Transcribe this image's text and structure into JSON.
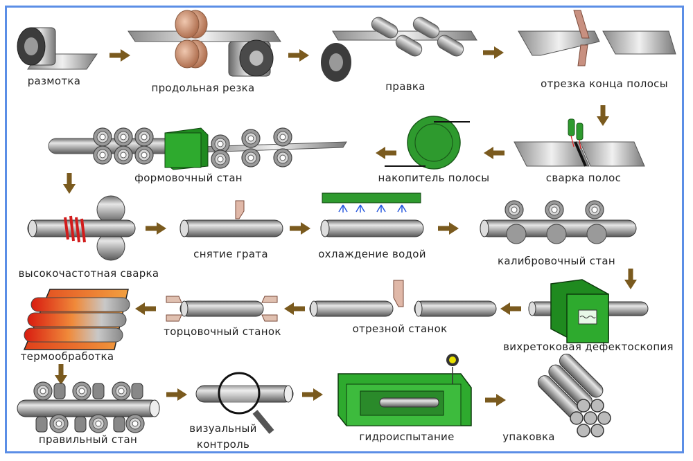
{
  "title": "Технологический процесс производства электросварных труб",
  "colors": {
    "frame": "#5b8ee6",
    "arrow": "#7a5a1e",
    "steel": "#a8a8a8",
    "green": "#2e9a2e",
    "copper": "#d4a48c",
    "heat": "#e8501e",
    "coil_red": "#d21c1c",
    "spray": "#2a5adf"
  },
  "steps": [
    {
      "id": 1,
      "label": "размотка",
      "icon": "coil-unwind-icon"
    },
    {
      "id": 2,
      "label": "продольная резка",
      "icon": "slitting-rolls-icon"
    },
    {
      "id": 3,
      "label": "правка",
      "icon": "straightening-rolls-icon"
    },
    {
      "id": 4,
      "label": "отрезка конца полосы",
      "icon": "strip-cut-icon"
    },
    {
      "id": 5,
      "label": "сварка полос",
      "icon": "strip-welding-icon"
    },
    {
      "id": 6,
      "label": "накопитель полосы",
      "icon": "strip-accumulator-icon"
    },
    {
      "id": 7,
      "label": "формовочный стан",
      "icon": "forming-mill-icon"
    },
    {
      "id": 8,
      "label": "высокочастотная сварка",
      "icon": "hf-welding-icon"
    },
    {
      "id": 9,
      "label": "снятие грата",
      "icon": "deburring-icon"
    },
    {
      "id": 10,
      "label": "охлаждение водой",
      "icon": "water-cooling-icon"
    },
    {
      "id": 11,
      "label": "калибровочный стан",
      "icon": "sizing-mill-icon"
    },
    {
      "id": 12,
      "label": "вихретоковая дефектоскопия",
      "icon": "eddy-current-icon"
    },
    {
      "id": 13,
      "label": "отрезной станок",
      "icon": "cutoff-machine-icon"
    },
    {
      "id": 14,
      "label": "торцовочный станок",
      "icon": "facing-machine-icon"
    },
    {
      "id": 15,
      "label": "термообработка",
      "icon": "heat-treatment-icon"
    },
    {
      "id": 16,
      "label": "правильный стан",
      "icon": "straightening-mill-icon"
    },
    {
      "id": 17,
      "label_line1": "визуальный",
      "label_line2": "контроль",
      "icon": "magnifier-icon"
    },
    {
      "id": 18,
      "label": "гидроиспытание",
      "icon": "hydrotest-icon"
    },
    {
      "id": 19,
      "label": "упаковка",
      "icon": "pipe-bundle-icon"
    }
  ]
}
